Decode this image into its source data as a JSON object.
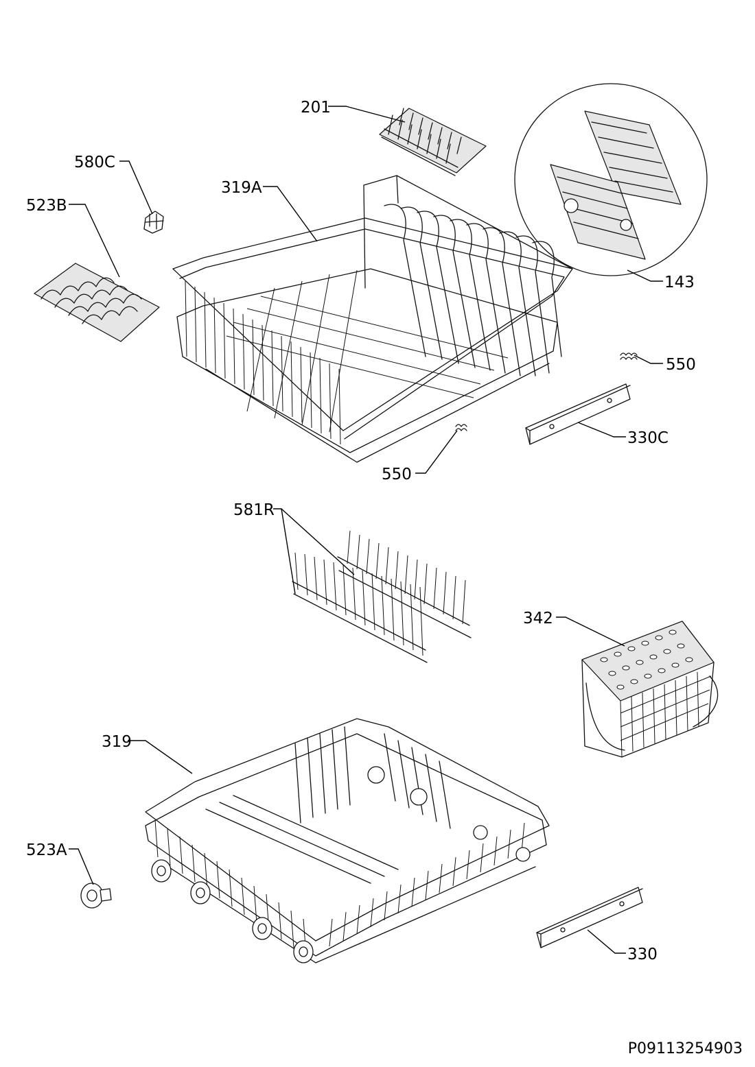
{
  "labels": {
    "l201": "201",
    "l580C": "580C",
    "l319A": "319A",
    "l523B": "523B",
    "l143": "143",
    "l550a": "550",
    "l330C": "330C",
    "l550b": "550",
    "l581R": "581R",
    "l342": "342",
    "l319": "319",
    "l523A": "523A",
    "l330": "330"
  },
  "document_code": "P09113254903",
  "icons": {
    "upper_basket": "upper-basket-icon",
    "lower_basket": "lower-basket-icon",
    "cutlery_basket": "cutlery-basket-icon",
    "plate_rack": "plate-rack-icon",
    "cup_rack": "cup-rack-icon",
    "wheel": "wheel-icon",
    "spring": "spring-icon",
    "clip": "clip-icon",
    "rail": "rail-icon",
    "detail_callout": "detail-callout-icon"
  },
  "colors": {
    "line": "#111111",
    "background": "#ffffff",
    "fill": "#e6e6e6"
  }
}
